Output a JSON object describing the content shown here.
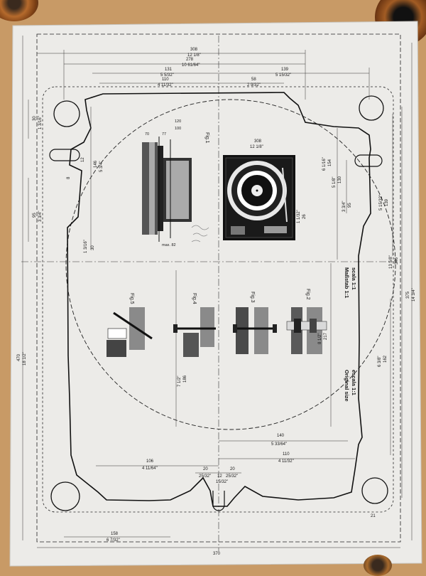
{
  "dimensions": {
    "top": [
      {
        "mm": "308",
        "inch": "12 1/8\""
      },
      {
        "mm": "278",
        "inch": "10 61/64\""
      },
      {
        "mm": "131",
        "inch": "5 5/32\""
      },
      {
        "mm": "139",
        "inch": "5 15/32\""
      },
      {
        "mm": "110",
        "inch": "4 11/32\""
      },
      {
        "mm": "58",
        "inch": "2 9/32\""
      }
    ],
    "left": [
      {
        "mm": "30",
        "inch": "1 3/16\""
      },
      {
        "mm": "146",
        "inch": "5 3/4\""
      },
      {
        "mm": "12",
        "inch": ""
      },
      {
        "mm": "8",
        "inch": ""
      },
      {
        "mm": "95",
        "inch": "3 3/4\""
      },
      {
        "mm": "30",
        "inch": "1 3/16\""
      },
      {
        "mm": "470",
        "inch": "18 1/2\""
      }
    ],
    "right": [
      {
        "mm": "154",
        "inch": "6 1/16\""
      },
      {
        "mm": "130",
        "inch": "5 1/8\""
      },
      {
        "mm": "95",
        "inch": "3 3/4\""
      },
      {
        "mm": "26",
        "inch": "1 1/32\""
      },
      {
        "mm": "139",
        "inch": "5 15/32\""
      },
      {
        "mm": "346",
        "inch": "13 5/8\""
      },
      {
        "mm": "375",
        "inch": "14 3/4\""
      },
      {
        "mm": "217",
        "inch": "8 1/2\""
      },
      {
        "mm": "162",
        "inch": "6 3/8\""
      },
      {
        "mm": "21",
        "inch": ""
      }
    ],
    "bottom": [
      {
        "mm": "140",
        "inch": "5 33/64\""
      },
      {
        "mm": "106",
        "inch": "4 11/64\""
      },
      {
        "mm": "110",
        "inch": "4 11/32\""
      },
      {
        "mm": "20",
        "inch": "25/32\""
      },
      {
        "mm": "12",
        "inch": "15/32\""
      },
      {
        "mm": "20",
        "inch": "25/32\""
      },
      {
        "mm": "158",
        "inch": "6 7/32\""
      },
      {
        "mm": "370",
        "inch": ""
      },
      {
        "mm": "186",
        "inch": "7 1/2\""
      }
    ],
    "fig1_side": [
      "120",
      "100",
      "77",
      "70",
      "max. 82"
    ]
  },
  "figures": {
    "fig1": "Fig.1",
    "fig2": "Fig.2",
    "fig3": "Fig.3",
    "fig4": "Fig.4",
    "fig5": "Fig.5"
  },
  "scale": {
    "de": "Maßstab 1:1",
    "it": "scala 1:1",
    "en": "Original size",
    "es": "escala 1:1"
  },
  "colors": {
    "paper": "#ecebe8",
    "board": "#c89a66",
    "ink": "#1a1a1a"
  }
}
